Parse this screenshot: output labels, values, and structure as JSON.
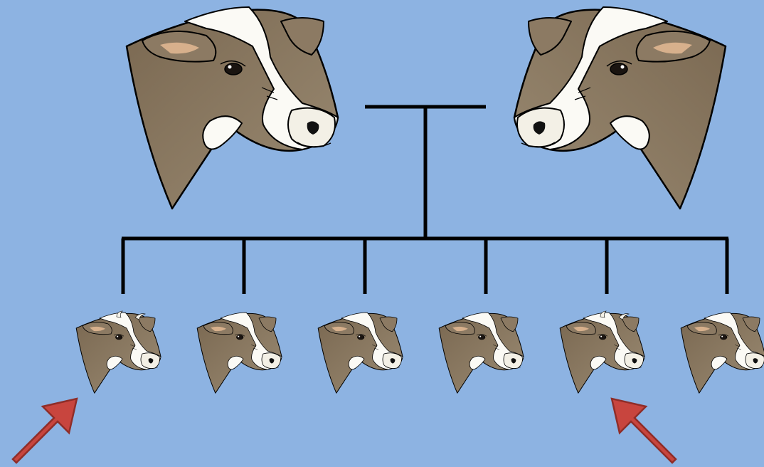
{
  "diagram": {
    "parents": [
      {
        "id": "parent-left",
        "facing": "right"
      },
      {
        "id": "parent-right",
        "facing": "left"
      }
    ],
    "offspring": [
      {
        "id": "calf-1",
        "horns": true,
        "highlighted": true
      },
      {
        "id": "calf-2",
        "horns": false,
        "highlighted": false
      },
      {
        "id": "calf-3",
        "horns": false,
        "highlighted": false
      },
      {
        "id": "calf-4",
        "horns": false,
        "highlighted": false
      },
      {
        "id": "calf-5",
        "horns": true,
        "highlighted": true
      },
      {
        "id": "calf-6",
        "horns": false,
        "highlighted": false
      }
    ],
    "indicator_icons": [
      "arrow-up-right-icon",
      "arrow-up-left-icon"
    ]
  },
  "colors": {
    "background": "#8db3e2",
    "coat_brown": "#8c7a63",
    "coat_white": "#fbfaf5",
    "lines": "#000000",
    "arrow": "#c8453e"
  }
}
